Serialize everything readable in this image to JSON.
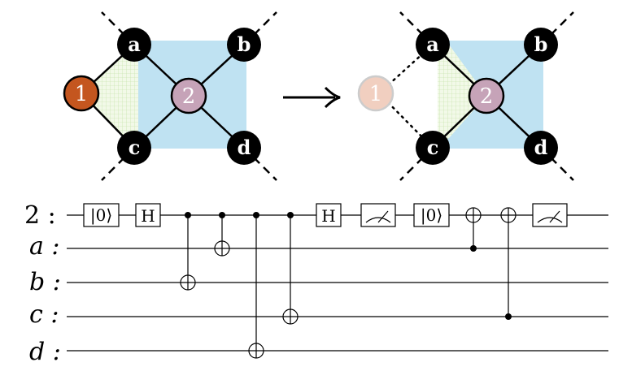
{
  "colors": {
    "qubit_1": "#c4561f",
    "qubit_1_faded": "#f1cfc0",
    "qubit_2": "#c6a3b8",
    "plaquette_blue": "#bfe2f2",
    "plaquette_green": "#e8f4d6",
    "data_qubit": "#000000"
  },
  "left_graph": {
    "qubits": [
      {
        "label": "a"
      },
      {
        "label": "b"
      },
      {
        "label": "c"
      },
      {
        "label": "d"
      }
    ],
    "ancilla_1": "1",
    "ancilla_2": "2"
  },
  "right_graph": {
    "qubits": [
      {
        "label": "a"
      },
      {
        "label": "b"
      },
      {
        "label": "c"
      },
      {
        "label": "d"
      }
    ],
    "ancilla_1": "1",
    "ancilla_2": "2"
  },
  "arrow": "→",
  "circuit": {
    "wires": [
      {
        "label": "2 :",
        "italic": false
      },
      {
        "label": "a :",
        "italic": true
      },
      {
        "label": "b :",
        "italic": true
      },
      {
        "label": "c :",
        "italic": true
      },
      {
        "label": "d :",
        "italic": true
      }
    ],
    "gates": {
      "reset": "|0⟩",
      "hadamard": "H"
    }
  }
}
